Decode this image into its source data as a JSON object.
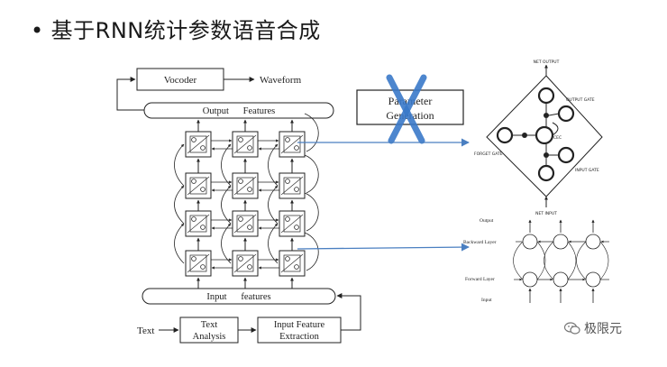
{
  "slide": {
    "bullet": "•",
    "title": "基于RNN统计参数语音合成"
  },
  "diagram": {
    "vocoder": "Vocoder",
    "waveform": "Waveform",
    "output_features": "Output      Features",
    "input_features": "Input      features",
    "text": "Text",
    "text_analysis_line1": "Text",
    "text_analysis_line2": "Analysis",
    "input_feature_line1": "Input Feature",
    "input_feature_line2": "Extraction",
    "parameter_line1": "Parameter",
    "parameter_line2": "Generation"
  },
  "lstm": {
    "net_output": "NET OUTPUT",
    "output_gate": "OUTPUT GATE",
    "forget_gate": "FORGET GATE",
    "input_gate": "INPUT GATE",
    "net_input": "NET INPUT",
    "cec": "CEC"
  },
  "birnn": {
    "output": "Output",
    "backward_layer": "Backward Layer",
    "forward_layer": "Forward Layer",
    "input": "Input"
  },
  "watermark": {
    "label": "极限元"
  },
  "colors": {
    "arrow": "#4a7fc1",
    "cross": "#3a79c9",
    "ink": "#222222"
  }
}
